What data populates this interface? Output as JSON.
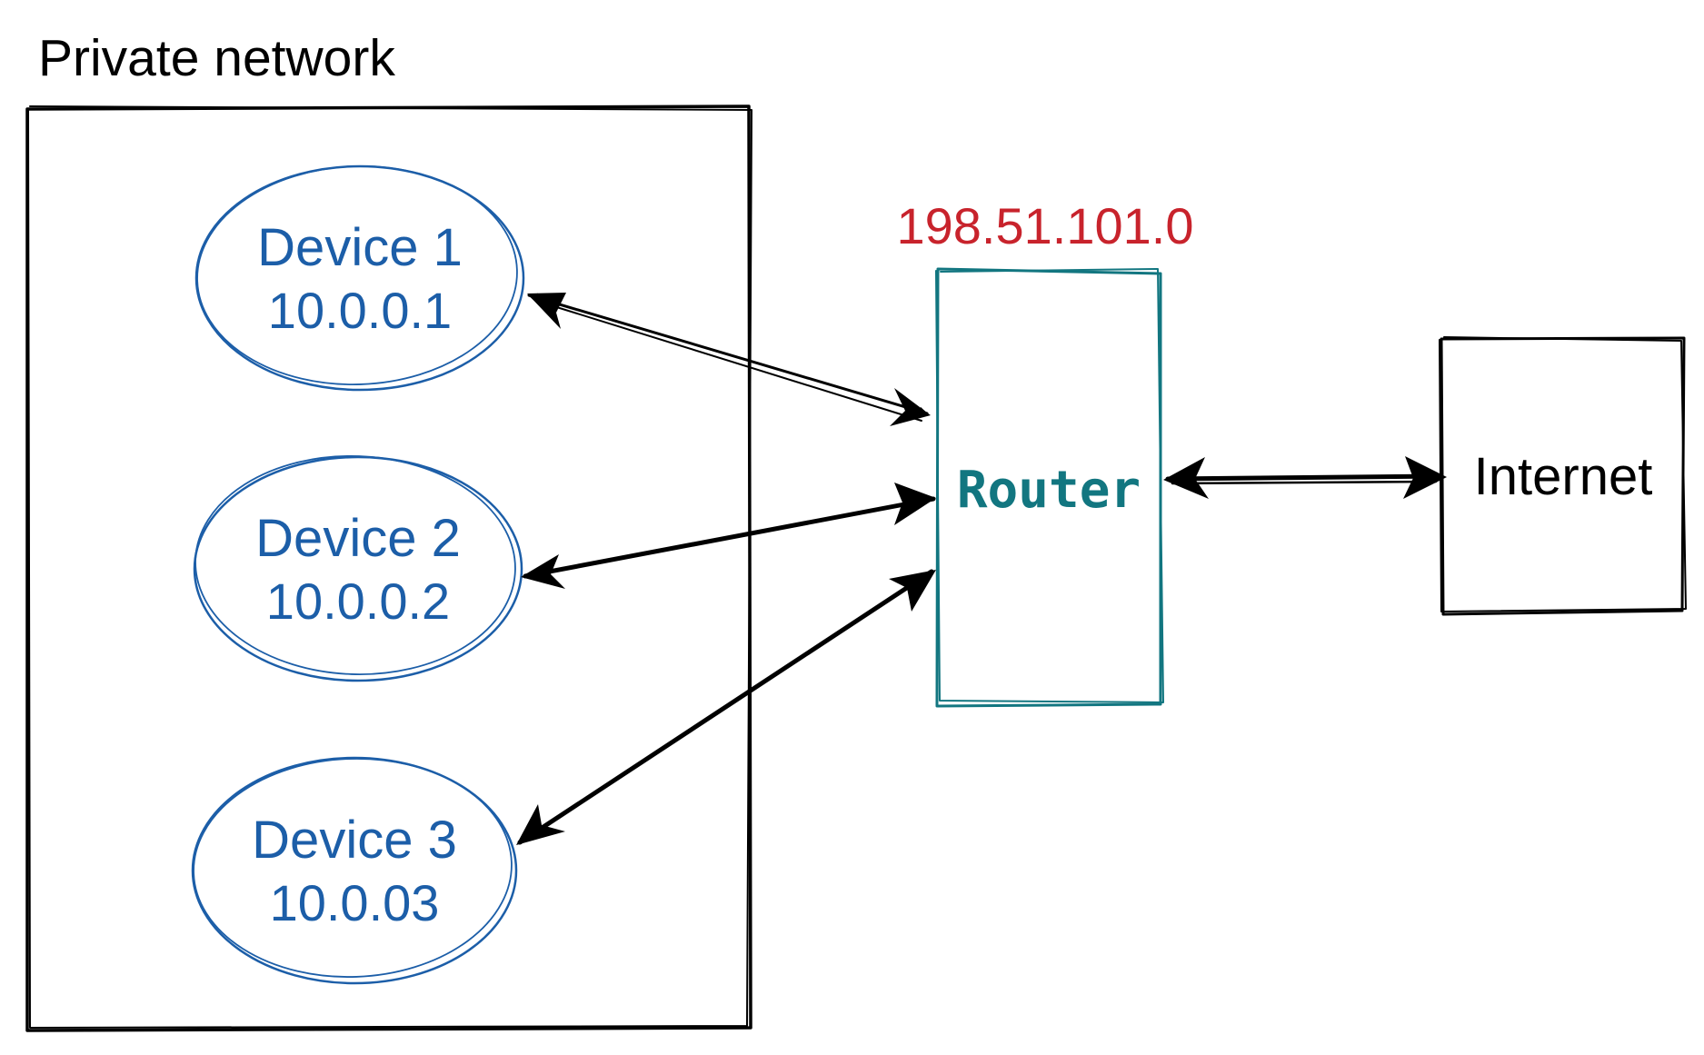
{
  "private_network": {
    "title": "Private network"
  },
  "devices": [
    {
      "name": "Device 1",
      "ip": "10.0.0.1"
    },
    {
      "name": "Device 2",
      "ip": "10.0.0.2"
    },
    {
      "name": "Device 3",
      "ip": "10.0.03"
    }
  ],
  "router": {
    "label": "Router",
    "public_ip": "198.51.101.0"
  },
  "internet": {
    "label": "Internet"
  },
  "colors": {
    "device": "#1c5ea8",
    "router": "#127680",
    "public_ip": "#c8232c",
    "line": "#000000"
  }
}
